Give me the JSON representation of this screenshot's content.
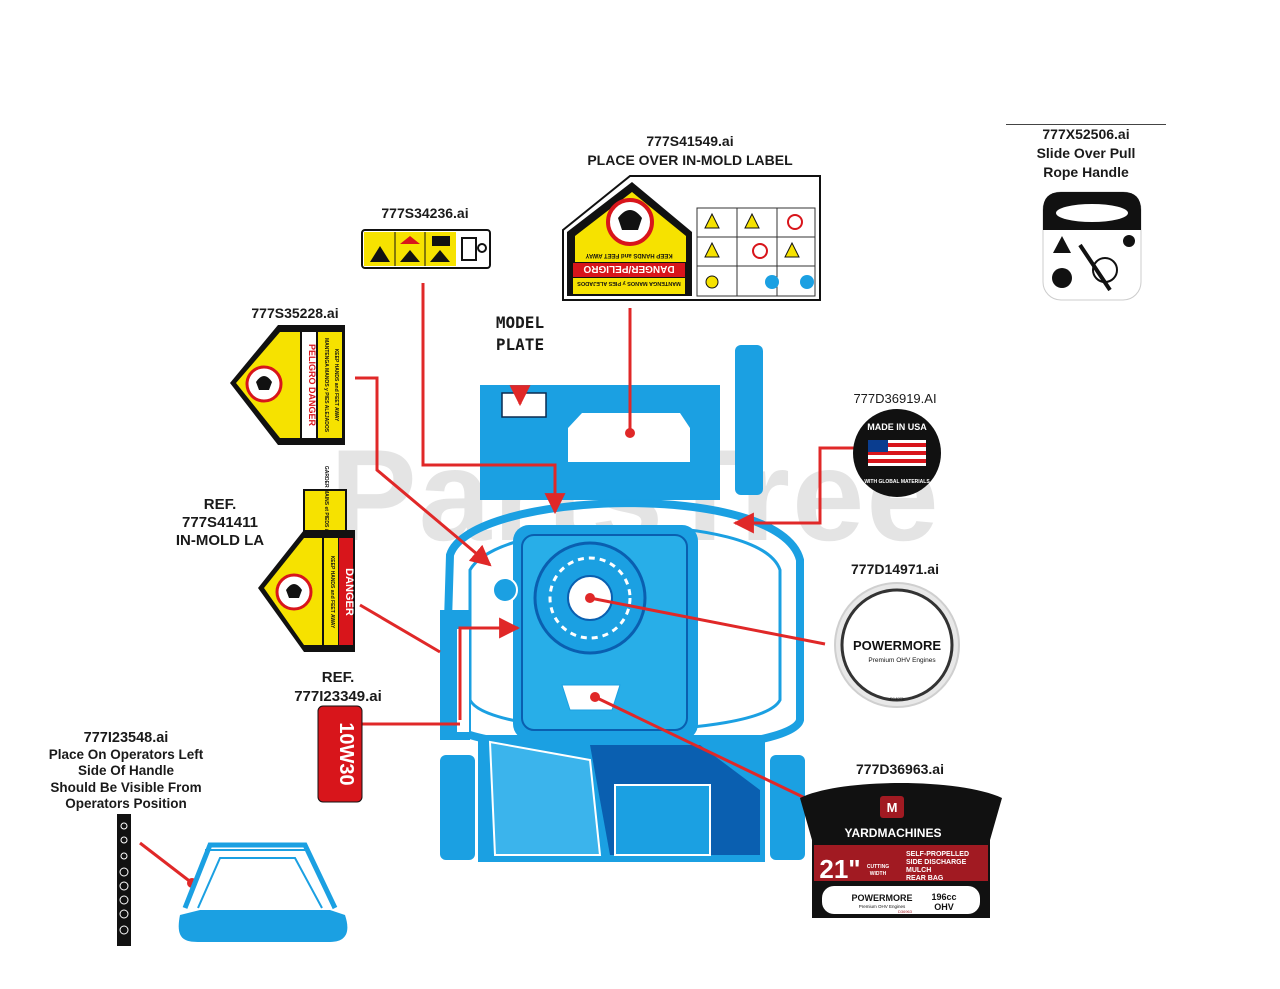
{
  "watermark": "PartsTree",
  "parts": {
    "p41549": {
      "ref": "777S41549.ai",
      "note": "PLACE OVER IN-MOLD LABEL"
    },
    "p52506": {
      "ref": "777X52506.ai",
      "note1": "Slide Over Pull",
      "note2": "Rope Handle"
    },
    "p34236": {
      "ref": "777S34236.ai"
    },
    "p35228": {
      "ref": "777S35228.ai"
    },
    "p41411": {
      "line1": "REF.",
      "line2": "777S41411",
      "line3": "IN-MOLD LA"
    },
    "p23349": {
      "line1": "REF.",
      "line2": "777I23349.ai"
    },
    "p23548": {
      "ref": "777I23548.ai",
      "note1": "Place On Operators Left",
      "note2": "Side Of Handle",
      "note3": "Should Be Visible From",
      "note4": "Operators Position"
    },
    "p36919": {
      "ref": "777D36919.AI"
    },
    "p14971": {
      "ref": "777D14971.ai"
    },
    "p36963": {
      "ref": "777D36963.ai"
    }
  },
  "model_plate": {
    "line1": "MODEL",
    "line2": "PLATE"
  },
  "decals": {
    "danger_main": {
      "title": "DANGER/PELIGRO",
      "sub1": "KEEP HANDS and FEET AWAY",
      "sub2": "MANTENGA MANOS y PIES ALEJADOS"
    },
    "peligro": {
      "title": "PELIGRO DANGER",
      "sub1": "MANTENGA MANOS y PIES ALEJADOS",
      "sub2": "KEEP HANDS and FEET AWAY"
    },
    "danger_side": {
      "title": "DANGER",
      "sub": "KEEP HANDS and FEET AWAY",
      "tab": "GARDER MAINS et PIEDS à DISTANCE"
    },
    "oil": "10W30",
    "usa": {
      "top": "MADE IN USA",
      "bottom": "WITH GLOBAL MATERIALS"
    },
    "powermore": {
      "brand": "POWERMORE",
      "sub": "Premium OHV Engines",
      "code": "D14971"
    },
    "yardmachines": {
      "brand": "YARDMACHINES",
      "size": "21\"",
      "cut1": "CUTTING",
      "cut2": "WIDTH",
      "f1": "SELF-PROPELLED",
      "f2": "SIDE DISCHARGE",
      "f3": "MULCH",
      "f4": "REAR BAG",
      "engine": "POWERMORE",
      "engine_sub": "Premium OHV Engines",
      "cc": "196cc",
      "ohv": "OHV",
      "code": "D36963"
    }
  },
  "colors": {
    "deck": "#1ba0e2",
    "deck_dark": "#0a5fb0",
    "leader": "#e02828",
    "yellow": "#f6e200",
    "red": "#d8151b"
  }
}
